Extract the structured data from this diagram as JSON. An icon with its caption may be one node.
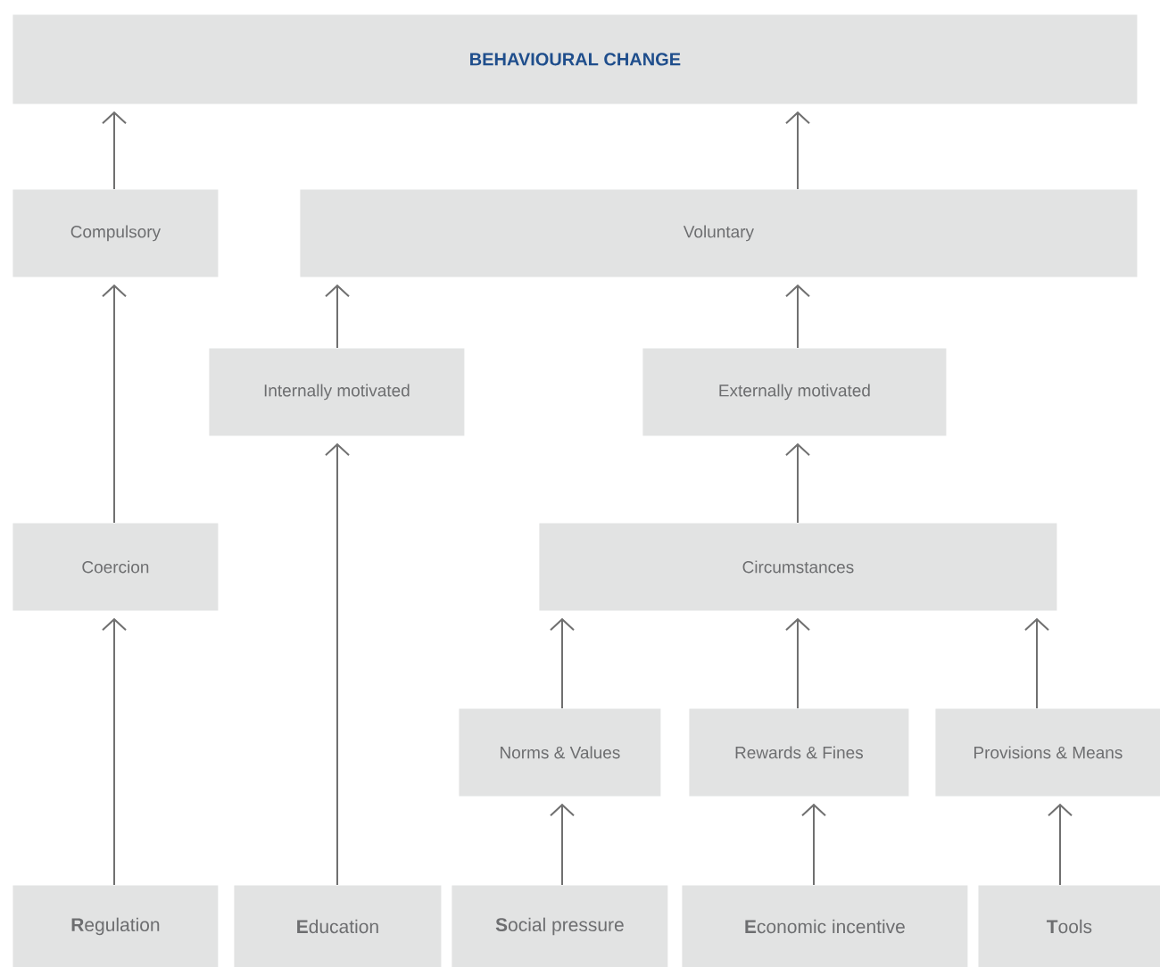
{
  "diagram": {
    "nodes": [
      {
        "text": [
          "BEHAVIOURAL CHANGE"
        ]
      },
      {
        "text": [
          "Compulsory"
        ]
      },
      {
        "text": [
          "Voluntary"
        ]
      },
      {
        "text": [
          "Internally motivated"
        ]
      },
      {
        "text": [
          "Externally motivated"
        ]
      },
      {
        "text": [
          "Coercion"
        ]
      },
      {
        "text": [
          "Circumstances"
        ]
      },
      {
        "text": [
          "Norms & Values"
        ]
      },
      {
        "text": [
          "Rewards & Fines"
        ]
      },
      {
        "text": [
          "Provisions & Means"
        ]
      },
      {
        "text": [
          "**R**egulation"
        ]
      },
      {
        "text": [
          "**E**ducation"
        ]
      },
      {
        "text": [
          "**S**ocial pressure"
        ]
      },
      {
        "text": [
          "**E**conomic incentive"
        ]
      },
      {
        "text": [
          "**T**ools"
        ]
      }
    ],
    "edges": [
      {
        "from": 1,
        "to": 0,
        "arrow": "to"
      },
      {
        "from": 2,
        "to": 0,
        "arrow": "to"
      },
      {
        "from": 3,
        "to": 2,
        "arrow": "to"
      },
      {
        "from": 4,
        "to": 2,
        "arrow": "to"
      },
      {
        "from": 5,
        "to": 1,
        "arrow": "to"
      },
      {
        "from": 6,
        "to": 4,
        "arrow": "to"
      },
      {
        "from": 7,
        "to": 6,
        "arrow": "to"
      },
      {
        "from": 8,
        "to": 6,
        "arrow": "to"
      },
      {
        "from": 9,
        "to": 6,
        "arrow": "to"
      },
      {
        "from": 10,
        "to": 5,
        "arrow": "to"
      },
      {
        "from": 11,
        "to": 3,
        "arrow": "to"
      },
      {
        "from": 12,
        "to": 7,
        "arrow": "to"
      },
      {
        "from": 13,
        "to": 8,
        "arrow": "to"
      },
      {
        "from": 14,
        "to": 9,
        "arrow": "to"
      }
    ]
  }
}
